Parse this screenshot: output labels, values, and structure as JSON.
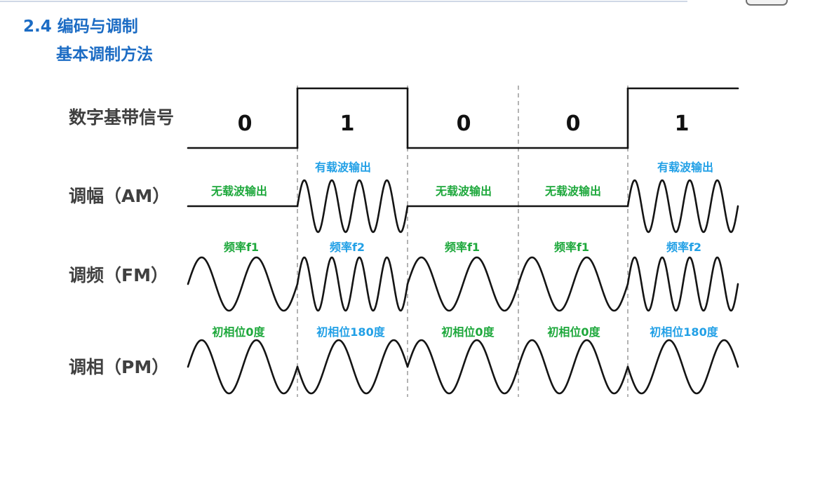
{
  "header": {
    "title": "2.4 编码与调制",
    "subtitle": "基本调制方法"
  },
  "colors": {
    "title": "#1c6cc4",
    "label": "#404040",
    "wave": "#141414",
    "green": "#1ea83c",
    "blue": "#22a0e6",
    "dash": "#9a9a9a"
  },
  "baseband": {
    "label": "数字基带信号",
    "bits": [
      "0",
      "1",
      "0",
      "0",
      "1"
    ]
  },
  "am": {
    "label": "调幅（AM）",
    "segments": [
      "无载波输出",
      "有载波输出",
      "无载波输出",
      "无载波输出",
      "有载波输出"
    ]
  },
  "fm": {
    "label": "调频（FM）",
    "segments": [
      "频率f1",
      "频率f2",
      "频率f1",
      "频率f1",
      "频率f2"
    ]
  },
  "pm": {
    "label": "调相（PM）",
    "segments": [
      "初相位0度",
      "初相位180度",
      "初相位0度",
      "初相位0度",
      "初相位180度"
    ]
  }
}
